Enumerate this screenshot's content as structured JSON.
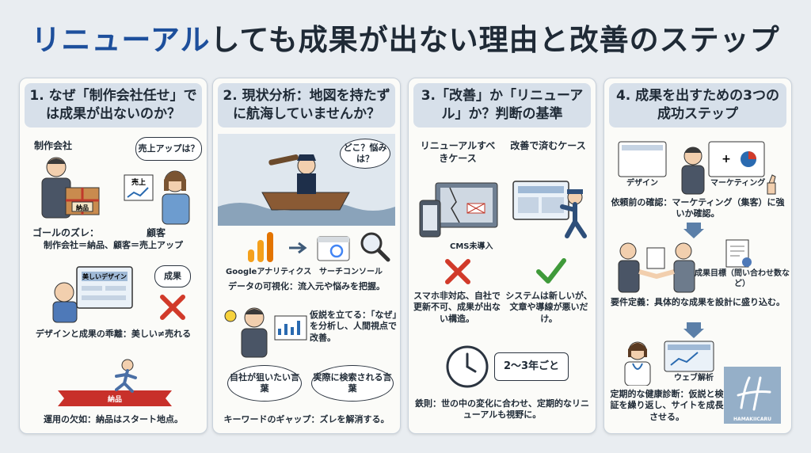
{
  "title": {
    "highlight": "リニューアル",
    "rest": "しても成果が出ない理由と改善のステップ"
  },
  "panel1": {
    "heading": "1. なぜ「制作会社任せ」では成果が出ないのか？",
    "label_company": "制作会社",
    "bubble_sales": "売上アップは？",
    "box_label": "納品",
    "chart_label": "売上",
    "text_goal": "ゴールのズレ：",
    "label_customer": "顧客",
    "text_goal_detail": "制作会社＝納品、顧客＝売上アップ",
    "screen_label": "美しいデザイン",
    "bubble_result": "成果",
    "text_design": "デザインと成果の乖離：美しい≠売れる",
    "ribbon_label": "納品",
    "text_ops": "運用の欠如：納品はスタート地点。"
  },
  "panel2": {
    "heading": "2. 現状分析：地図を持たずに航海していませんか？",
    "bubble_where": "どこ？悩みは？",
    "ga_label": "Googleアナリティクス",
    "sc_label": "サーチコンソール",
    "text_visual": "データの可視化：流入元や悩みを把握。",
    "text_hypo": "仮説を立てる：「なぜ」を分析し、人間視点で改善。",
    "bubble_self": "自社が狙いたい言葉",
    "bubble_search": "実際に検索される言葉",
    "text_keyword": "キーワードのギャップ：ズレを解消する。"
  },
  "panel3": {
    "heading": "3.「改善」か「リニューアル」か？判断の基準",
    "col_renew": "リニューアルすべきケース",
    "col_improve": "改善で済むケース",
    "cms_label": "CMS未導入",
    "text_renew": "スマホ非対応、自社で更新不可、成果が出ない構造。",
    "text_improve": "システムは新しいが、文章や導線が悪いだけ。",
    "cycle_label": "2〜3年ごと",
    "text_rule": "鉄則：世の中の変化に合わせ、定期的なリニューアルも視野に。"
  },
  "panel4": {
    "heading": "4. 成果を出すための3つの成功ステップ",
    "card_design": "デザイン",
    "card_marketing": "マーケティング",
    "text_confirm": "依頼前の確認：マーケティング（集客）に強いか確認。",
    "text_target": "成果目標（問い合わせ数など）",
    "text_req": "要件定義：具体的な成果を設計に盛り込む。",
    "label_analysis": "ウェブ解析",
    "text_check": "定期的な健康診断：仮説と検証を繰り返し、サイトを成長させる。",
    "logo_text": "HAMAKIICARU"
  },
  "colors": {
    "accent": "#1d4f9c",
    "header_bg": "#d7e0ea",
    "cross": "#d13a2a",
    "check": "#3f9a3a"
  }
}
